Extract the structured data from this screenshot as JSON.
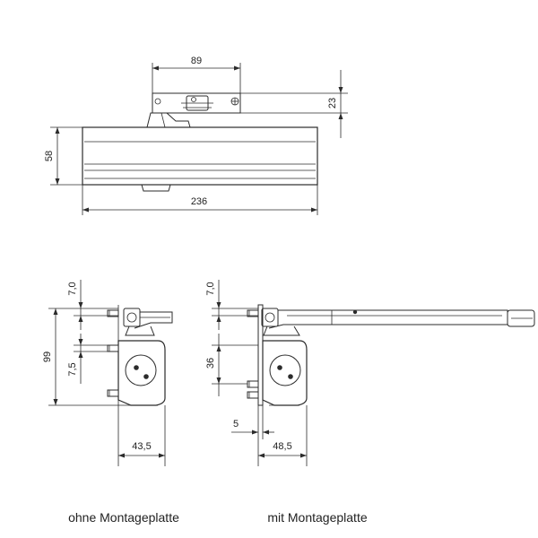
{
  "top_view": {
    "dim_bracket_width": "89",
    "dim_bracket_height": "23",
    "dim_body_height": "58",
    "dim_body_length": "236"
  },
  "side_without_plate": {
    "dim_top_offset": "7,0",
    "dim_total_height": "99",
    "dim_hole_spacing": "7,5",
    "dim_depth": "43,5",
    "caption": "ohne Montageplatte"
  },
  "side_with_plate": {
    "dim_top_offset": "7,0",
    "dim_hole_spacing": "36",
    "dim_plate_thickness": "5",
    "dim_depth": "48,5",
    "caption": "mit Montageplatte"
  }
}
